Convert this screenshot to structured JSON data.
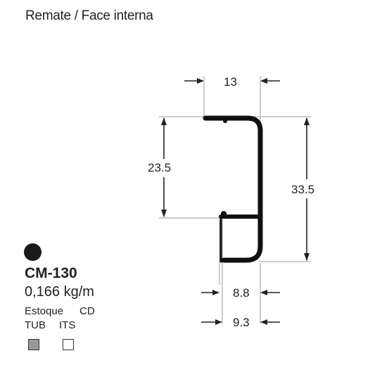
{
  "title": "Remate / Face interna",
  "dimensions": {
    "top_width": "13",
    "left_height": "23.5",
    "right_height": "33.5",
    "bottom_inner": "8.8",
    "bottom_outer": "9.3"
  },
  "product": {
    "code": "CM-130",
    "weight": "0,166 kg/m",
    "stock_label": "Estoque",
    "stock_suffix": "CD",
    "finish_a": "TUB",
    "finish_b": "ITS"
  },
  "colors": {
    "profile": "#111111",
    "swatch_a": "#9a9a9a",
    "swatch_b": "#ffffff"
  }
}
